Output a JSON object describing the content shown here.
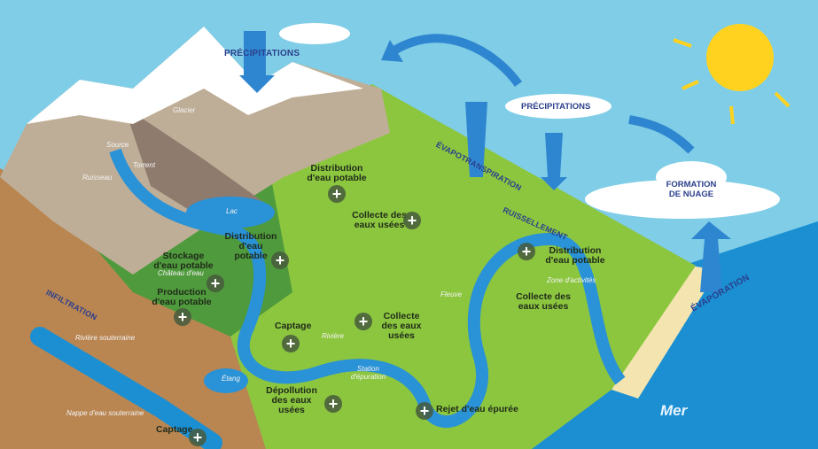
{
  "cycle_labels": {
    "precipitations_top": "PRÉCIPITATIONS",
    "precipitations_cloud": "PRÉCIPITATIONS",
    "evapotranspiration": "ÉVAPOTRANSPIRATION",
    "ruissellement": "RUISSELLEMENT",
    "formation_nuage": "FORMATION DE NUAGE",
    "evaporation": "ÉVAPORATION",
    "infiltration": "INFILTRATION"
  },
  "place_labels": {
    "glacier": "Glacier",
    "source": "Source",
    "torrent": "Torrent",
    "ruisseau": "Ruisseau",
    "lac": "Lac",
    "chateau_eau": "Château d'eau",
    "riviere_souterraine": "Rivière souterraine",
    "nappe": "Nappe d'eau souterraine",
    "etang": "Étang",
    "riviere": "Rivière",
    "fleuve": "Fleuve",
    "station": "Station d'épuration",
    "zone_activites": "Zone d'activités",
    "mer": "Mer"
  },
  "hotspots": [
    {
      "label": "Distribution d'eau potable"
    },
    {
      "label": "Collecte des eaux usées"
    },
    {
      "label": "Distribution d'eau potable"
    },
    {
      "label": "Stockage d'eau potable"
    },
    {
      "label": "Production d'eau potable"
    },
    {
      "label": "Captage"
    },
    {
      "label": "Collecte des eaux usées"
    },
    {
      "label": "Dépollution des eaux usées"
    },
    {
      "label": "Rejet d'eau épurée"
    },
    {
      "label": "Captage"
    },
    {
      "label": "Distribution d'eau potable"
    },
    {
      "label": "Collecte des eaux usées"
    }
  ],
  "plus_symbol": "+",
  "colors": {
    "sky": "#7fcde6",
    "sea": "#1b8fd2",
    "land": "#8cc63f",
    "earth": "#b98652",
    "label_text": "#2b3f8c"
  }
}
